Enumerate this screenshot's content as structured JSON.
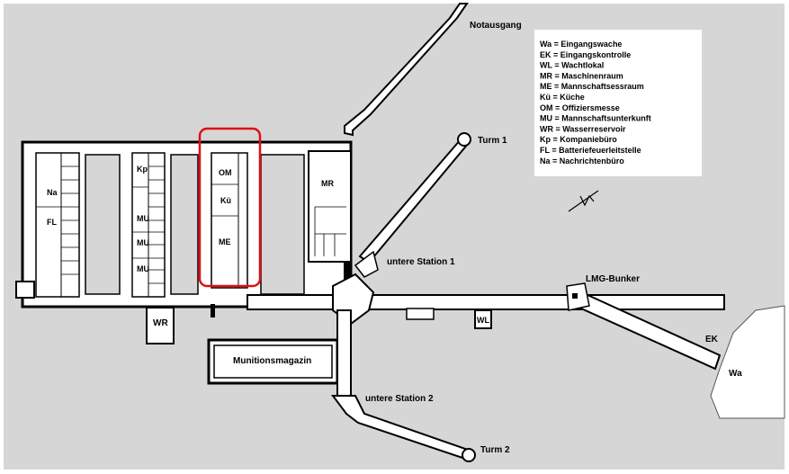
{
  "colors": {
    "background": "#d6d6d6",
    "bunker_fill": "#ffffff",
    "wall": "#000000",
    "highlight": "#e01010",
    "legend_bg": "#ffffff"
  },
  "labels": {
    "notausgang": "Notausgang",
    "turm1": "Turm 1",
    "turm2": "Turm 2",
    "untere_station1": "untere Station 1",
    "untere_station2": "untere Station 2",
    "lmg_bunker": "LMG-Bunker",
    "munitionsmagazin": "Munitionsmagazin",
    "wr": "WR",
    "wl": "WL",
    "ek": "EK",
    "wa": "Wa",
    "mr": "MR",
    "na": "Na",
    "fl": "FL",
    "kp": "Kp",
    "mu1": "MU",
    "mu2": "MU",
    "mu3": "MU",
    "om": "OM",
    "ku": "Kü",
    "me": "ME"
  },
  "legend": [
    "Wa = Eingangswache",
    "EK = Eingangskontrolle",
    "WL = Wachtlokal",
    "MR = Maschinenraum",
    "ME = Mannschaftsessraum",
    "Kü = Küche",
    "OM = Offiziersmesse",
    "MU = Mannschaftsunterkunft",
    "WR = Wasserreservoir",
    "Kp = Kompaniebüro",
    "FL = Batteriefeuerleitstelle",
    "Na = Nachrichtenbüro"
  ],
  "icons": {
    "north_arrow": "north-arrow-icon"
  }
}
